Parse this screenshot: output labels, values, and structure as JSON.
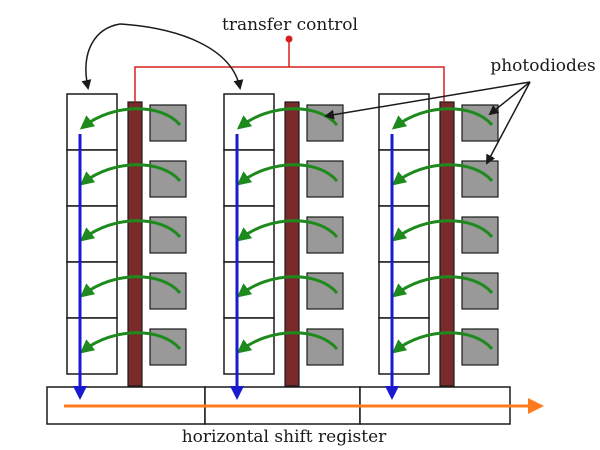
{
  "labels": {
    "top_faint": "",
    "transfer_control": "transfer control",
    "photodiodes": "photodiodes",
    "horizontal_shift_register": "horizontal shift register"
  },
  "colors": {
    "background": "#ffffff",
    "outline": "#1a1a1a",
    "photodiode_fill": "#999999",
    "transfer_gate_fill": "#7a2a2a",
    "transfer_wire": "#d62020",
    "transfer_arrow": "#1e8a1e",
    "vertical_shift_arrow": "#1a1ad0",
    "horizontal_shift_arrow": "#ff7a1a",
    "faint_text": "#e8e8e8"
  },
  "structure": {
    "columns": 3,
    "rows_per_column": 5,
    "horizontal_register_segments": 3
  }
}
